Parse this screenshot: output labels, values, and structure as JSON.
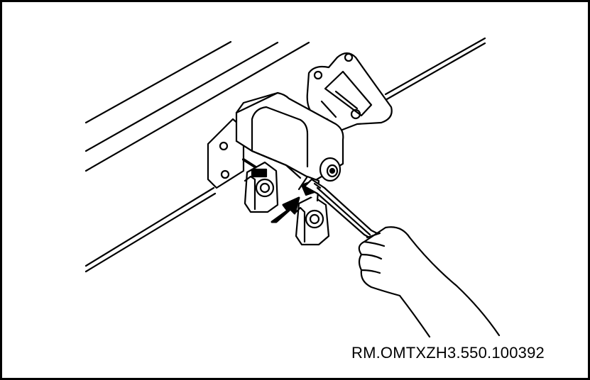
{
  "figure": {
    "reference_code": "RM.OMTXZH3.550.100392",
    "line_color": "#000000",
    "background": "#ffffff",
    "elements": [
      "frame-rails",
      "mount-bracket",
      "hinge-housing",
      "hinge-lugs",
      "wrench",
      "hand",
      "direction-arrow"
    ]
  }
}
